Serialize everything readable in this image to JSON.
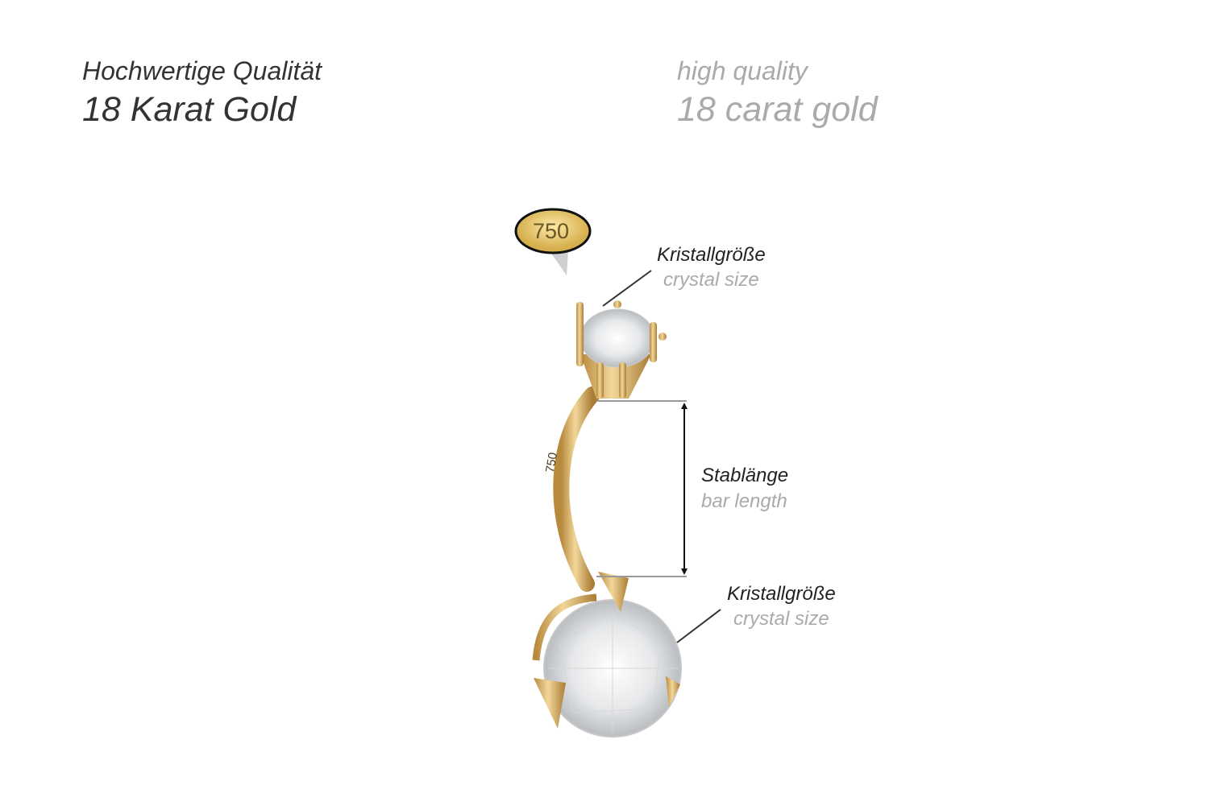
{
  "heading": {
    "de_line1": "Hochwertige Qualität",
    "de_line2": "18 Karat Gold",
    "en_line1": "high quality",
    "en_line2": "18 carat gold"
  },
  "badge": {
    "text": "750"
  },
  "bar_stamp": "750",
  "annotations": {
    "top_crystal": {
      "de": "Kristallgröße",
      "en": "crystal size"
    },
    "bar_length": {
      "de": "Stablänge",
      "en": "bar length"
    },
    "bottom_crystal": {
      "de": "Kristallgröße",
      "en": "crystal size"
    }
  },
  "colors": {
    "gold": "#d9b46a",
    "text_dark": "#333333",
    "text_light": "#aaaaaa"
  }
}
